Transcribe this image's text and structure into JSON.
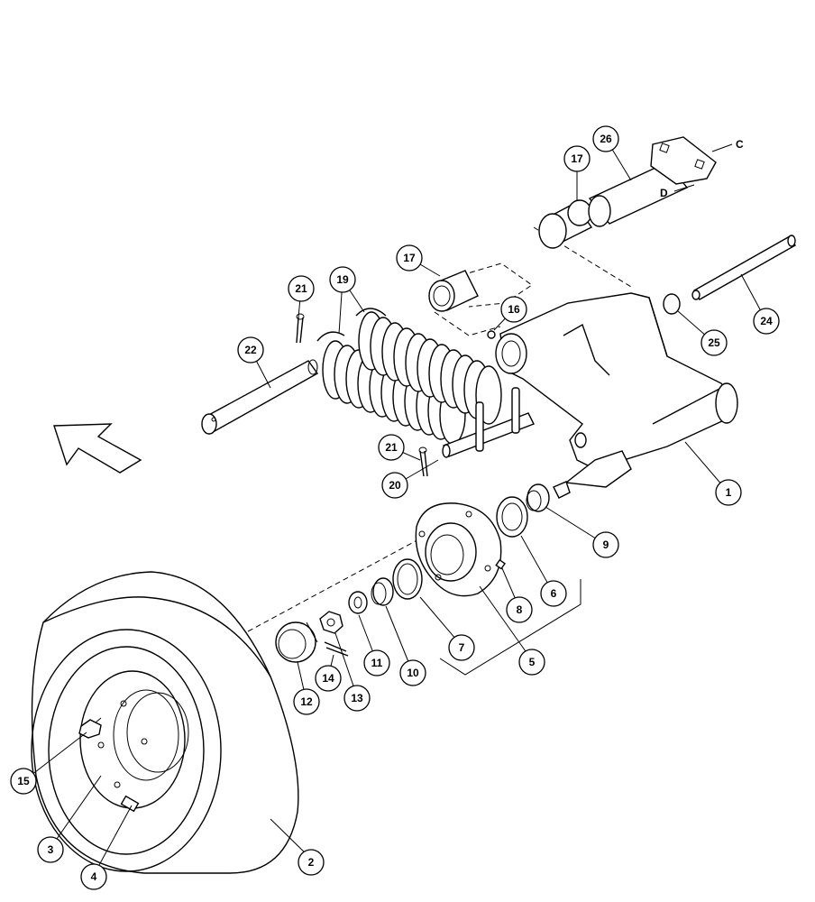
{
  "callouts": [
    {
      "id": "1",
      "label": "1"
    },
    {
      "id": "2",
      "label": "2"
    },
    {
      "id": "3",
      "label": "3"
    },
    {
      "id": "4",
      "label": "4"
    },
    {
      "id": "5",
      "label": "5"
    },
    {
      "id": "6",
      "label": "6"
    },
    {
      "id": "7",
      "label": "7"
    },
    {
      "id": "8",
      "label": "8"
    },
    {
      "id": "9",
      "label": "9"
    },
    {
      "id": "10",
      "label": "10"
    },
    {
      "id": "11",
      "label": "11"
    },
    {
      "id": "12",
      "label": "12"
    },
    {
      "id": "13",
      "label": "13"
    },
    {
      "id": "14",
      "label": "14"
    },
    {
      "id": "15",
      "label": "15"
    },
    {
      "id": "16",
      "label": "16"
    },
    {
      "id": "17a",
      "label": "17"
    },
    {
      "id": "17b",
      "label": "17"
    },
    {
      "id": "19",
      "label": "19"
    },
    {
      "id": "20",
      "label": "20"
    },
    {
      "id": "21a",
      "label": "21"
    },
    {
      "id": "21b",
      "label": "21"
    },
    {
      "id": "22",
      "label": "22"
    },
    {
      "id": "24",
      "label": "24"
    },
    {
      "id": "25",
      "label": "25"
    },
    {
      "id": "26",
      "label": "26"
    }
  ],
  "reference_letters": {
    "c": "C",
    "d": "D"
  }
}
